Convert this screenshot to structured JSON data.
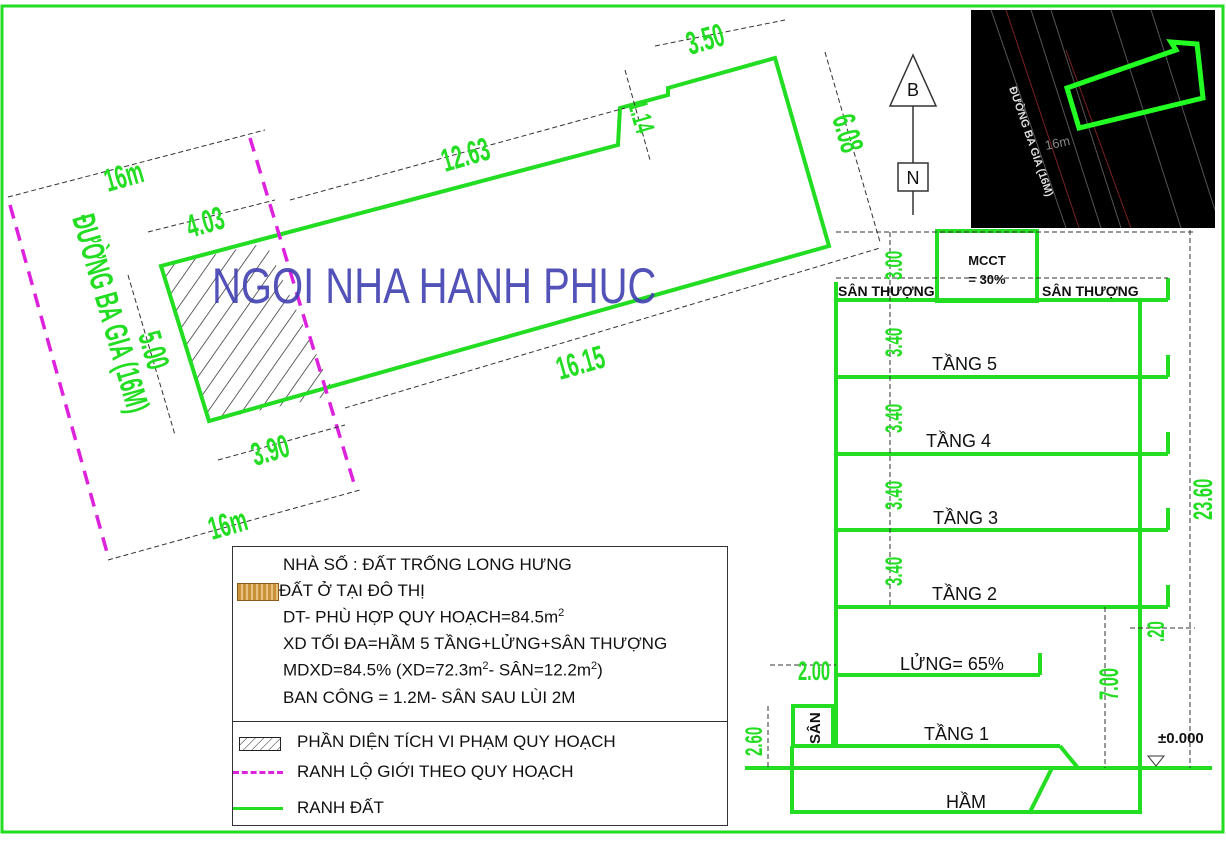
{
  "site_plan": {
    "street_label": "ĐƯỜNG BA GIA (16M)",
    "watermark": "NGOI NHA HANH PHUC",
    "dims": {
      "road_width_top": "16m",
      "road_width_bottom": "16m",
      "front_top": "4.03",
      "front_bottom": "3.90",
      "front_depth": "5.00",
      "side_top": "12.63",
      "side_bottom": "16.15",
      "back_width": "3.50",
      "rear_depth": "6.08",
      "notch": "1.14"
    }
  },
  "compass": {
    "north_top": "B",
    "north_bottom": "N"
  },
  "inset_map": {
    "street": "ĐƯỜNG BA GIA (16M)",
    "width_label": "16m"
  },
  "section": {
    "mcct_line1": "MCCT",
    "mcct_line2": "= 30%",
    "roof_left": "SÂN THƯỢNG",
    "roof_right": "SÂN THƯỢNG",
    "floors": [
      "TẦNG 5",
      "TẦNG 4",
      "TẦNG 3",
      "TẦNG 2"
    ],
    "mezzanine": "LỬNG= 65%",
    "ground": "TẦNG 1",
    "basement": "HẦM",
    "yard": "SÂN",
    "level_zero": "±0.000",
    "dims": {
      "top": "3.00",
      "floor_height": "3.40",
      "ground_height": "7.00",
      "total_height": "23.60",
      "setback": "2.00",
      "yard_height": "2.60",
      "small": ".20"
    }
  },
  "legend": {
    "title": "NHÀ SỐ : ĐẤT TRỐNG LONG HƯNG",
    "land_type": "ĐẤT Ở TẠI ĐÔ THỊ",
    "area_prefix": "DT- PHÙ HỢP QUY HOẠCH=84.5m",
    "area_sup": "2",
    "max_build": "XD TỐI ĐA=HẦM 5 TẦNG+LỬNG+SÂN THƯỢNG",
    "mdxd_a": "MDXD=84.5% (XD=72.3m",
    "mdxd_sup1": "2",
    "mdxd_b": "- SÂN=12.2m",
    "mdxd_sup2": "2",
    "mdxd_c": ")",
    "balcony": "BAN CÔNG = 1.2M- SÂN SAU LÙI 2M",
    "key_violation": "PHẦN DIỆN TÍCH VI PHẠM QUY HOẠCH",
    "key_road_limit": "RANH LỘ GIỚI THEO QUY HOẠCH",
    "key_boundary": "RANH ĐẤT"
  },
  "colors": {
    "boundary": "#22dd22",
    "road_limit": "#dd22dd",
    "watermark": "#3f3fb0",
    "violation_hatch": "#222222",
    "land_swatch": "#c8923a"
  }
}
